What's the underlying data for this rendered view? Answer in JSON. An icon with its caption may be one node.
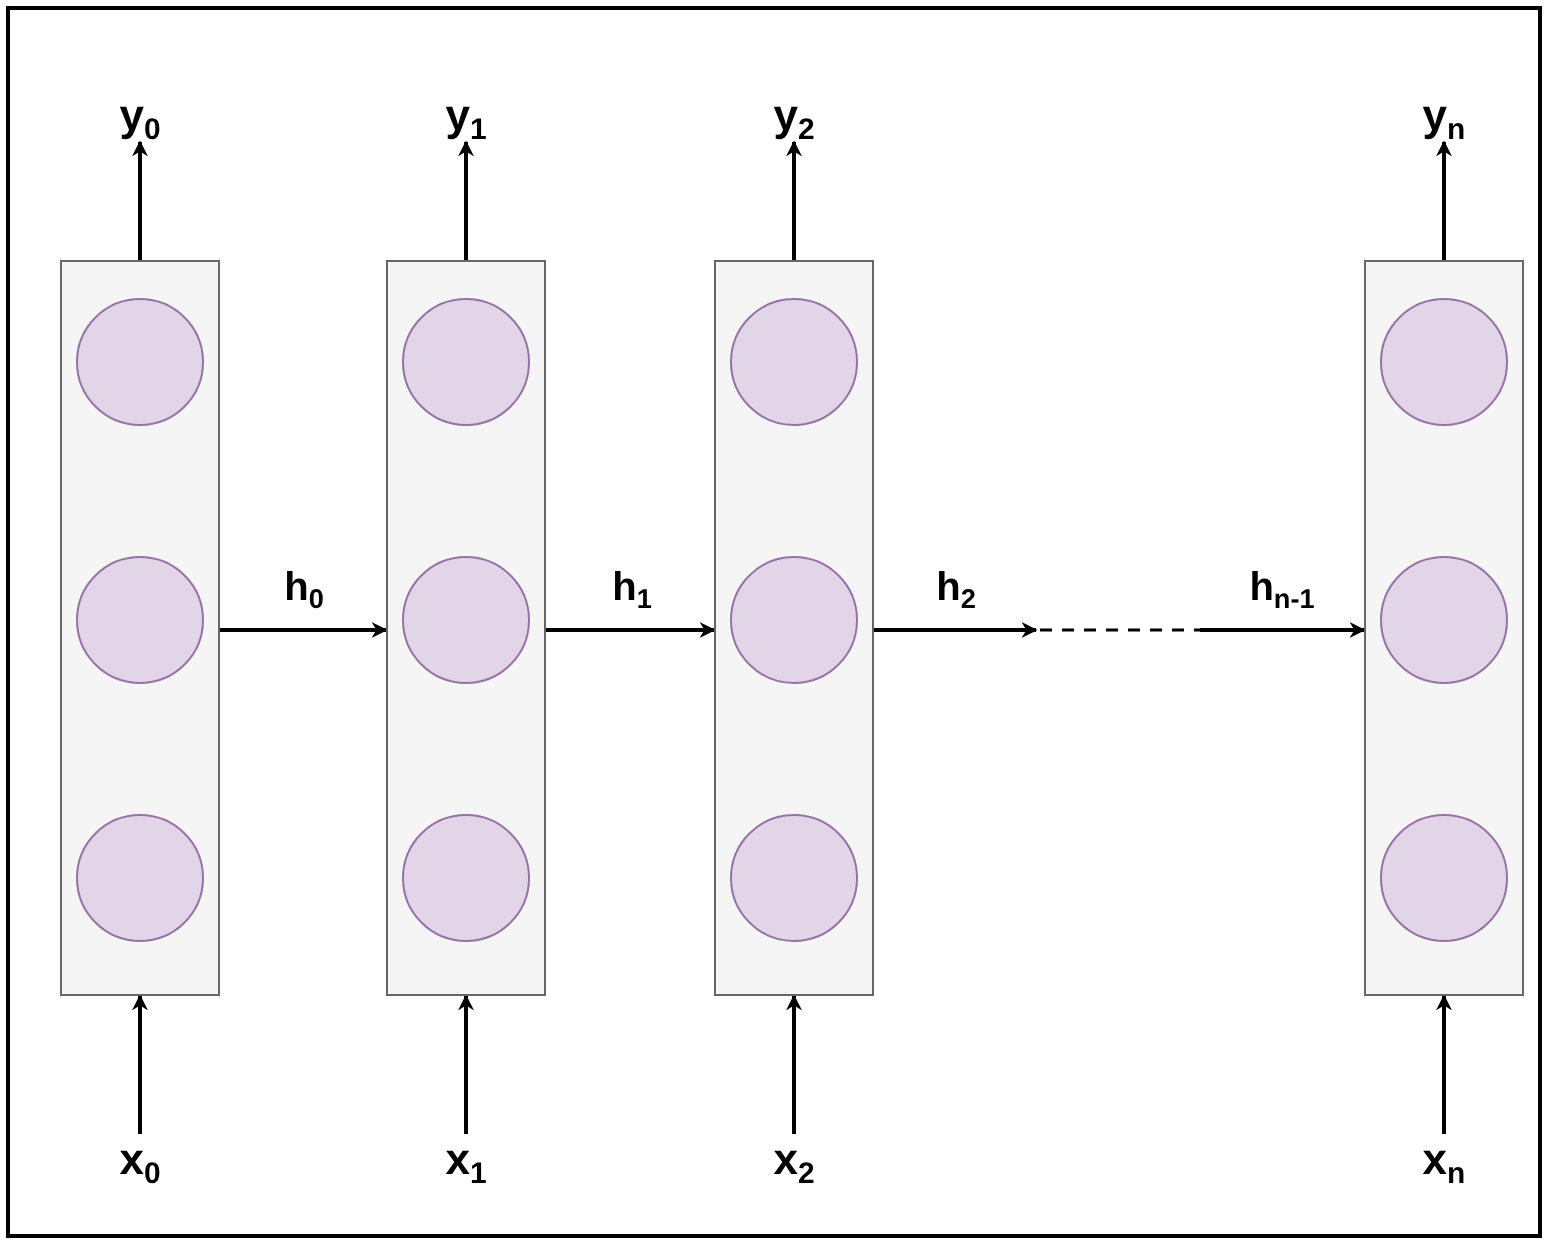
{
  "diagram": {
    "nodes": [
      {
        "text": [
          "y$_{0}$"
        ]
      },
      {
        "text": [
          "y$_{1}$"
        ]
      },
      {
        "text": [
          "y$_{2}$"
        ]
      },
      {
        "text": [
          "y$_{n}$"
        ]
      },
      {
        "text": [],
        "shape": "box"
      },
      {
        "text": [],
        "shape": "circle",
        "in": 4
      },
      {
        "text": [],
        "shape": "circle",
        "in": 4
      },
      {
        "text": [],
        "shape": "circle",
        "in": 4
      },
      {
        "text": [],
        "shape": "box"
      },
      {
        "text": [],
        "shape": "circle",
        "in": 8
      },
      {
        "text": [],
        "shape": "circle",
        "in": 8
      },
      {
        "text": [],
        "shape": "circle",
        "in": 8
      },
      {
        "text": [],
        "shape": "box"
      },
      {
        "text": [],
        "shape": "circle",
        "in": 12
      },
      {
        "text": [],
        "shape": "circle",
        "in": 12
      },
      {
        "text": [],
        "shape": "circle",
        "in": 12
      },
      {
        "text": [],
        "shape": "box"
      },
      {
        "text": [],
        "shape": "circle",
        "in": 16
      },
      {
        "text": [],
        "shape": "circle",
        "in": 16
      },
      {
        "text": [],
        "shape": "circle",
        "in": 16
      },
      {
        "text": [
          "x$_{0}$"
        ]
      },
      {
        "text": [
          "x$_{1}$"
        ]
      },
      {
        "text": [
          "x$_{2}$"
        ]
      },
      {
        "text": [
          "x$_{n}$"
        ]
      }
    ],
    "edges": [
      {
        "from": 4,
        "to": 0,
        "arrow": "to"
      },
      {
        "from": 8,
        "to": 1,
        "arrow": "to"
      },
      {
        "from": 12,
        "to": 2,
        "arrow": "to"
      },
      {
        "from": 16,
        "to": 3,
        "arrow": "to"
      },
      {
        "from": 4,
        "to": 8,
        "arrow": "to",
        "label": "h$_{0}$"
      },
      {
        "from": 8,
        "to": 12,
        "arrow": "to",
        "label": "h$_{1}$"
      },
      {
        "from": 12,
        "to": null,
        "arrow": "to",
        "label": "h$_{2}$"
      },
      {
        "from": null,
        "to": 16,
        "arrow": "to",
        "label": "h$_{n-1}$"
      },
      {
        "from": 20,
        "to": 4,
        "arrow": "to"
      },
      {
        "from": 21,
        "to": 8,
        "arrow": "to"
      },
      {
        "from": 22,
        "to": 12,
        "arrow": "to"
      },
      {
        "from": 23,
        "to": 16,
        "arrow": "to"
      }
    ]
  }
}
